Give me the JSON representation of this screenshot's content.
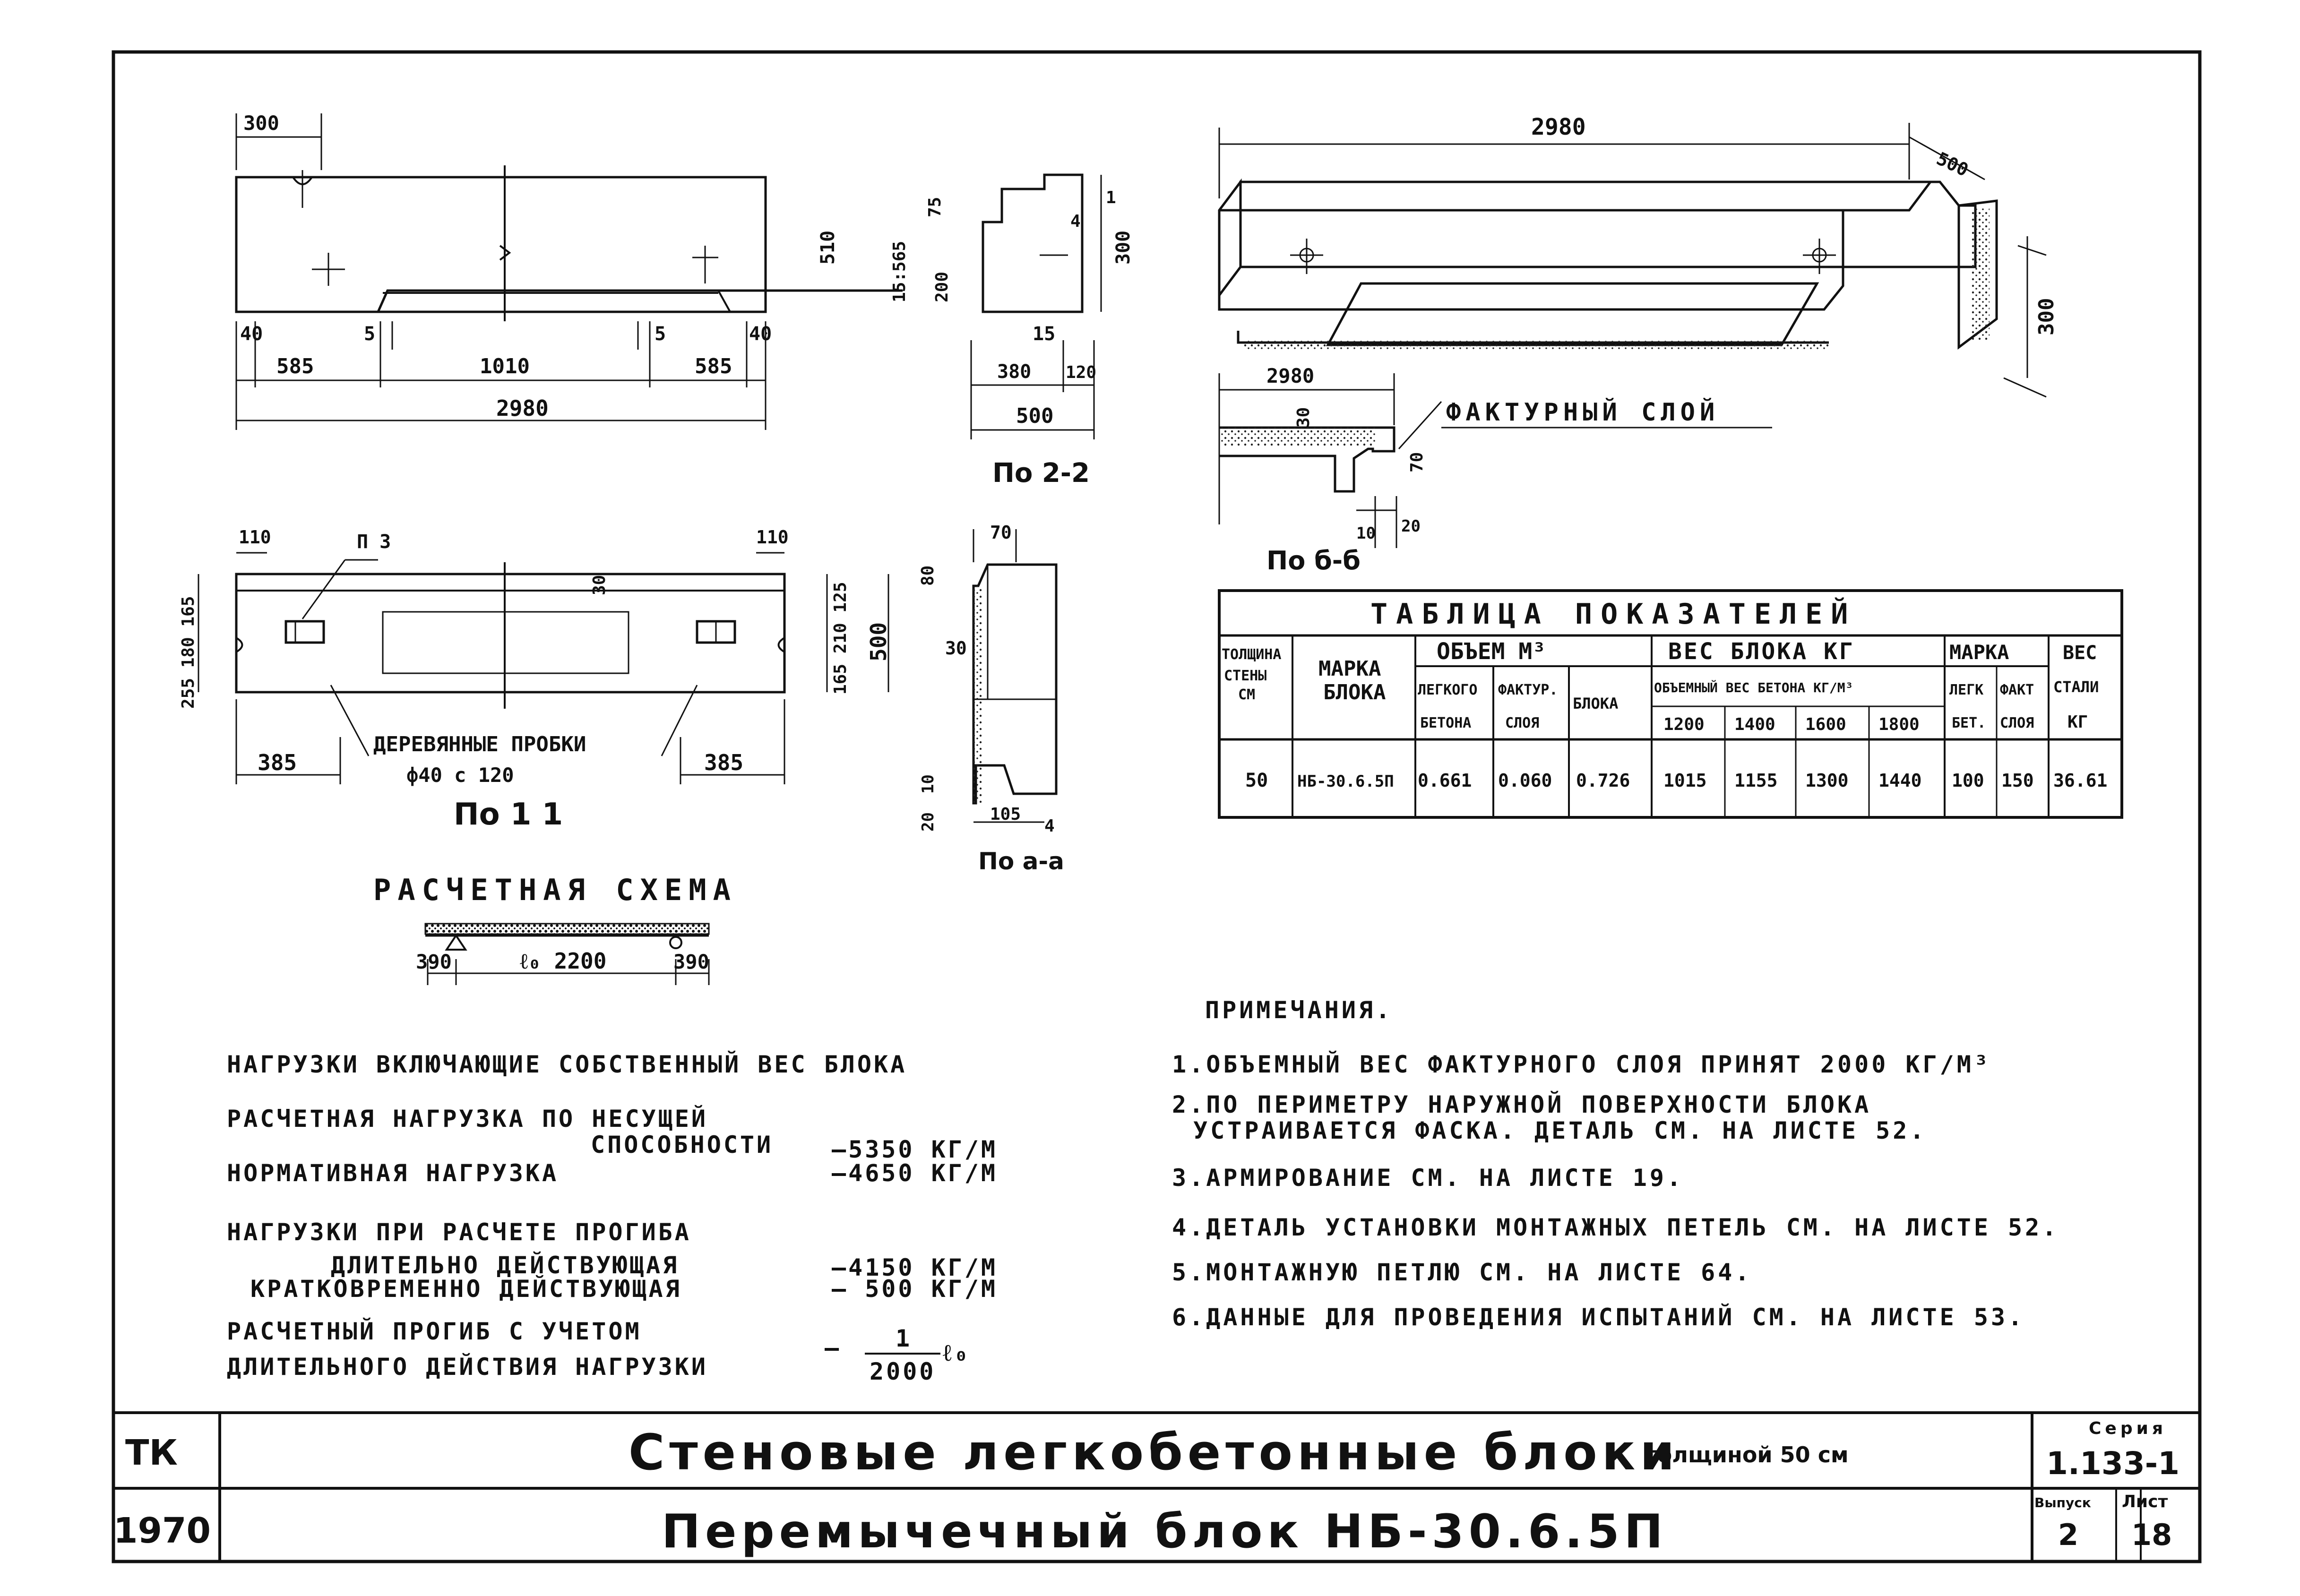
{
  "elev": {
    "d300": "300",
    "d40a": "40",
    "d585a": "585",
    "d5a": "5",
    "d1010": "1010",
    "d5b": "5",
    "d585b": "585",
    "d40b": "40",
    "d2980": "2980",
    "sideA": "510",
    "sideB": "15:565",
    "sideC": "200",
    "sideD": "75",
    "sideE": "300",
    "sideF": "4",
    "sideG": "1"
  },
  "sec22": {
    "d15": "15",
    "d380": "380",
    "d120": "120",
    "d500": "500",
    "label": "По 2-2"
  },
  "plan": {
    "d110a": "110",
    "d110b": "110",
    "p3": "П 3",
    "d30": "30",
    "left1": "255 180 165",
    "right1": "165 210 125",
    "d500": "500",
    "d385a": "385",
    "d385b": "385",
    "wood": "ДЕРЕВЯННЫЕ ПРОБКИ",
    "wood2": "ф40  с 120",
    "label": "По 1 1"
  },
  "secaa": {
    "d70": "70",
    "d80": "80",
    "d30": "30",
    "d10": "10",
    "d20": "20",
    "d105": "105",
    "d4": "4",
    "label": "По а-а"
  },
  "iso": {
    "d2980": "2980",
    "d500": "500",
    "d300": "300"
  },
  "secbb": {
    "d2980": "2980",
    "d30": "30",
    "d70": "70",
    "d10": "10",
    "d20": "20",
    "label": "По б-б",
    "layer": "ФАКТУРНЫЙ СЛОЙ"
  },
  "scheme": {
    "title": "РАСЧЕТНАЯ  СХЕМА",
    "d390a": "390",
    "l0": "ℓ₀ 2200",
    "d390b": "390"
  },
  "table": {
    "title": "ТАБЛИЦА        ПОКАЗАТЕЛЕЙ",
    "h_thick": [
      "ТОЛЩИНА",
      "СТЕНЫ",
      "СМ"
    ],
    "h_mark": [
      "МАРКА",
      "БЛОКА"
    ],
    "h_volume": "ОБЪЕМ   М³",
    "h_weight": "ВЕС БЛОКА   КГ",
    "h_marka": "МАРКА",
    "h_steel": [
      "ВЕС",
      "СТАЛИ",
      "КГ"
    ],
    "h_light": [
      "ЛЕГКОГО",
      "БЕТОНА"
    ],
    "h_fact": [
      "ФАКТУР.",
      "СЛОЯ"
    ],
    "h_block": "БЛОКА",
    "h_objem": "ОБЪЕМНЫЙ ВЕС БЕТОНА КГ/М³",
    "h_w": [
      "1200",
      "1400",
      "1600",
      "1800"
    ],
    "h_legk": [
      "ЛЕГК",
      "БЕТ."
    ],
    "h_fakt": [
      "ФАКТ",
      "СЛОЯ"
    ],
    "row": [
      "50",
      "НБ-30.6.5П",
      "0.661",
      "0.060",
      "0.726",
      "1015",
      "1155",
      "1300",
      "1440",
      "100",
      "150",
      "36.61"
    ]
  },
  "loads": {
    "l1": "НАГРУЗКИ ВКЛЮЧАЮЩИЕ СОБСТВЕННЫЙ ВЕС БЛОКА",
    "l2a": "РАСЧЕТНАЯ НАГРУЗКА ПО НЕСУЩЕЙ",
    "l2b": "СПОСОБНОСТИ",
    "v2": "—5350 КГ/М",
    "l3": "НОРМАТИВНАЯ НАГРУЗКА",
    "v3": "—4650 КГ/М",
    "l4": "НАГРУЗКИ ПРИ РАСЧЕТЕ ПРОГИБА",
    "l5": "ДЛИТЕЛЬНО ДЕЙСТВУЮЩАЯ",
    "v5": "—4150 КГ/М",
    "l6": "КРАТКОВРЕМЕННО ДЕЙСТВУЮЩАЯ",
    "v6": "— 500 КГ/М",
    "l7": "РАСЧЕТНЫЙ ПРОГИБ С УЧЕТОМ",
    "l8": "ДЛИТЕЛЬНОГО ДЕЙСТВИЯ НАГРУЗКИ",
    "frac_num": "1",
    "frac_den": "2000",
    "frac_suffix": "ℓ₀"
  },
  "notes": {
    "title": "ПРИМЕЧАНИЯ.",
    "n1": "1.ОБЪЕМНЫЙ ВЕС ФАКТУРНОГО СЛОЯ ПРИНЯТ 2000 КГ/М³",
    "n2a": "2.ПО ПЕРИМЕТРУ НАРУЖНОЙ ПОВЕРХНОСТИ БЛОКА",
    "n2b": "УСТРАИВАЕТСЯ ФАСКА. ДЕТАЛЬ СМ. НА ЛИСТЕ 52.",
    "n3": "3.АРМИРОВАНИЕ СМ. НА ЛИСТЕ 19.",
    "n4": "4.ДЕТАЛЬ УСТАНОВКИ МОНТАЖНЫХ ПЕТЕЛЬ СМ. НА ЛИСТЕ 52.",
    "n5": "5.МОНТАЖНУЮ ПЕТЛЮ СМ. НА ЛИСТЕ 64.",
    "n6": "6.ДАННЫЕ ДЛЯ ПРОВЕДЕНИЯ ИСПЫТАНИЙ СМ. НА ЛИСТЕ 53."
  },
  "titleblock": {
    "tk": "ТК",
    "year": "1970",
    "title1": "Стеновые легкобетонные блоки",
    "title1b": "толщиной 50 см",
    "title2": "Перемычечный блок НБ-30.6.5П",
    "seriya_lbl": "Серия",
    "seriya": "1.133-1",
    "vyp_lbl": "Выпуск",
    "vyp": "2",
    "list_lbl": "Лист",
    "list": "18"
  }
}
